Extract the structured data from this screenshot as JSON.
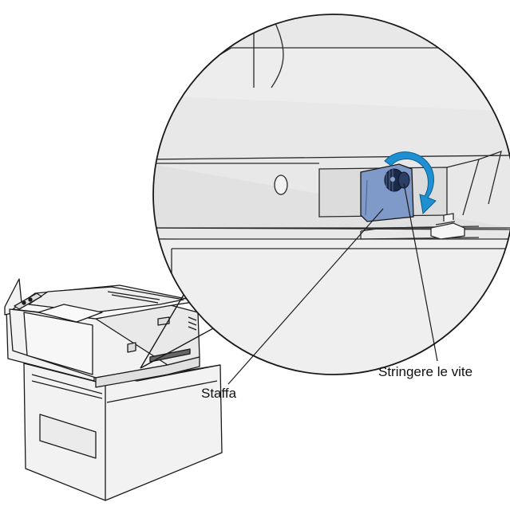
{
  "callouts": {
    "bracket_label": "Staffa",
    "screw_label": "Stringere le vite"
  },
  "colors": {
    "printer_fill": "#f2f2f2",
    "printer_stroke": "#1a1a1a",
    "magnifier_fill": "#e6e6e6",
    "bracket_fill": "#7f99c8",
    "arrow_fill": "#1e8fd0",
    "knob_fill": "#1c2a4a"
  },
  "icons": [
    "printer-illustration",
    "magnifier-circle",
    "bracket-shape",
    "thumbscrew",
    "rotation-arrow"
  ]
}
